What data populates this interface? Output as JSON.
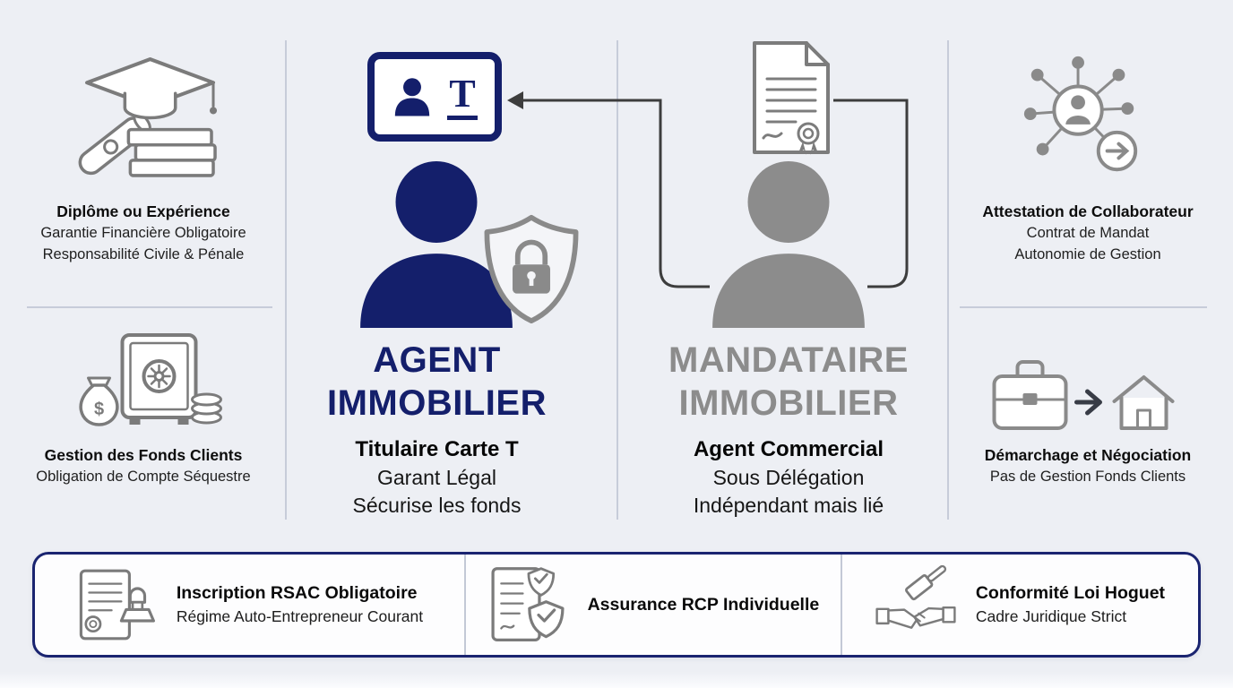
{
  "colors": {
    "background": "#edeff4",
    "agent_navy": "#141f6b",
    "mandataire_gray": "#8c8c8c",
    "icon_gray": "#7b7b7b",
    "arrow_dark": "#3d3d3d",
    "footer_border_navy": "#1a2470",
    "divider": "#c7ccd9"
  },
  "left_panel": {
    "qualifications": {
      "icon": "diploma-icon",
      "title": "Diplôme ou Expérience",
      "lines": [
        "Garantie Financière Obligatoire",
        "Responsabilité Civile & Pénale"
      ]
    },
    "funds": {
      "icon": "safe-icon",
      "currency_symbol": "$",
      "title": "Gestion des Fonds Clients",
      "lines": [
        "Obligation de Compte Séquestre"
      ]
    }
  },
  "agent": {
    "icon": "carte-t-icon",
    "card_letter": "T",
    "title_line1": "AGENT",
    "title_line2": "IMMOBILIER",
    "subtitle": "Titulaire Carte T",
    "lines": [
      "Garant Légal",
      "Sécurise les fonds"
    ]
  },
  "mandataire": {
    "icon": "contract-icon",
    "title_line1": "MANDATAIRE",
    "title_line2": "IMMOBILIER",
    "subtitle": "Agent Commercial",
    "lines": [
      "Sous Délégation",
      "Indépendant mais lié"
    ]
  },
  "right_panel": {
    "attestation": {
      "icon": "network-icon",
      "title": "Attestation de Collaborateur",
      "lines": [
        "Contrat de Mandat",
        "Autonomie de Gestion"
      ]
    },
    "prospecting": {
      "icon": "briefcase-house-icon",
      "title": "Démarchage et Négociation",
      "lines": [
        "Pas de Gestion Fonds Clients"
      ]
    }
  },
  "footer": {
    "items": [
      {
        "icon": "rsac-stamp-icon",
        "title": "Inscription RSAC Obligatoire",
        "subtitle": "Régime Auto-Entrepreneur Courant"
      },
      {
        "icon": "rcp-shield-icon",
        "title": "Assurance RCP Individuelle",
        "subtitle": ""
      },
      {
        "icon": "handshake-gavel-icon",
        "title": "Conformité Loi Hoguet",
        "subtitle": "Cadre Juridique Strict"
      }
    ]
  }
}
